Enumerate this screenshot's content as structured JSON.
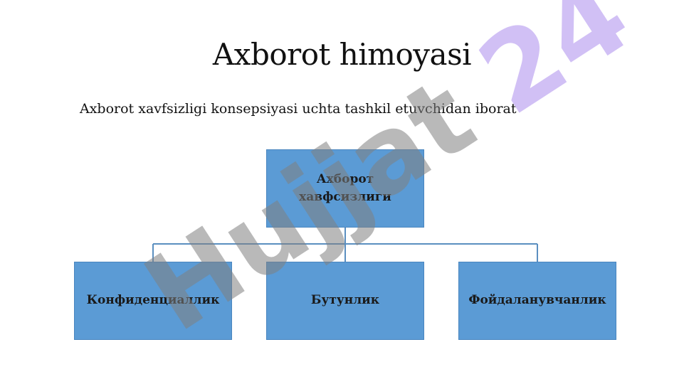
{
  "slide": {
    "title": "Axborot himoyasi",
    "subtitle": "Axborot xavfsizligi konsepsiyasi uchta tashkil etuvchidan iborat"
  },
  "diagram": {
    "root": {
      "line1": "Ахборот",
      "line2": "хавфсизлиги"
    },
    "children": [
      {
        "label": "Конфиденциаллик"
      },
      {
        "label": "Бутунлик"
      },
      {
        "label": "Фойдаланувчанлик"
      }
    ],
    "colors": {
      "box_fill": "#5b9bd5",
      "connector": "#5b8fc0"
    }
  },
  "watermark": {
    "text": "Hujjat 24",
    "colors": {
      "gray": "#8c8c8c",
      "purple": "#c9b5f3"
    }
  }
}
